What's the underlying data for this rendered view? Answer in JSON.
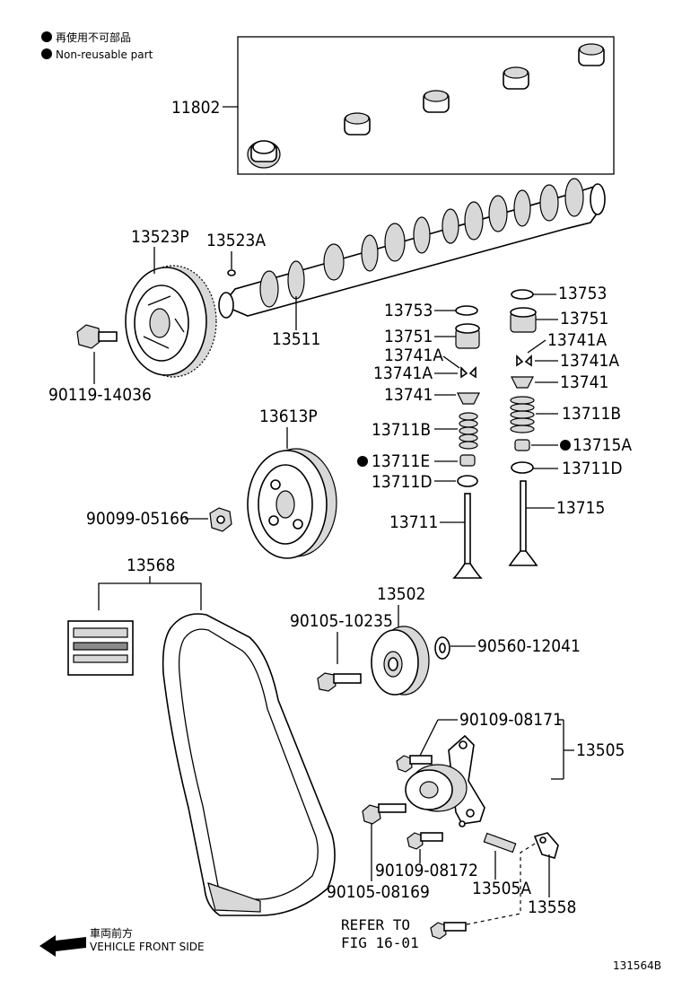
{
  "legend": {
    "non_reusable_jp": "再使用不可部品",
    "non_reusable_en": "Non-reusable part"
  },
  "parts": {
    "p11802": "11802",
    "p13523P": "13523P",
    "p13523A": "13523A",
    "p13511": "13511",
    "p90119_14036": "90119-14036",
    "p13753_l": "13753",
    "p13751_l": "13751",
    "p13741A_l1": "13741A",
    "p13741A_l2": "13741A",
    "p13741_l": "13741",
    "p13711B_l": "13711B",
    "p13711E": "13711E",
    "p13711D_l": "13711D",
    "p13711": "13711",
    "p13753_r": "13753",
    "p13751_r": "13751",
    "p13741A_r1": "13741A",
    "p13741A_r2": "13741A",
    "p13741_r": "13741",
    "p13711B_r": "13711B",
    "p13715A": "13715A",
    "p13711D_r": "13711D",
    "p13715": "13715",
    "p13613P": "13613P",
    "p90099_05166": "90099-05166",
    "p13568": "13568",
    "p13502": "13502",
    "p90105_10235": "90105-10235",
    "p90560_12041": "90560-12041",
    "p90109_08171": "90109-08171",
    "p13505": "13505",
    "p90109_08172": "90109-08172",
    "p90105_08169": "90105-08169",
    "p13505A": "13505A",
    "p13558": "13558"
  },
  "reference": {
    "line1": "REFER TO",
    "line2": "FIG 16-01"
  },
  "direction": {
    "jp": "車両前方",
    "en": "VEHICLE FRONT SIDE"
  },
  "figure_id": "131564B"
}
